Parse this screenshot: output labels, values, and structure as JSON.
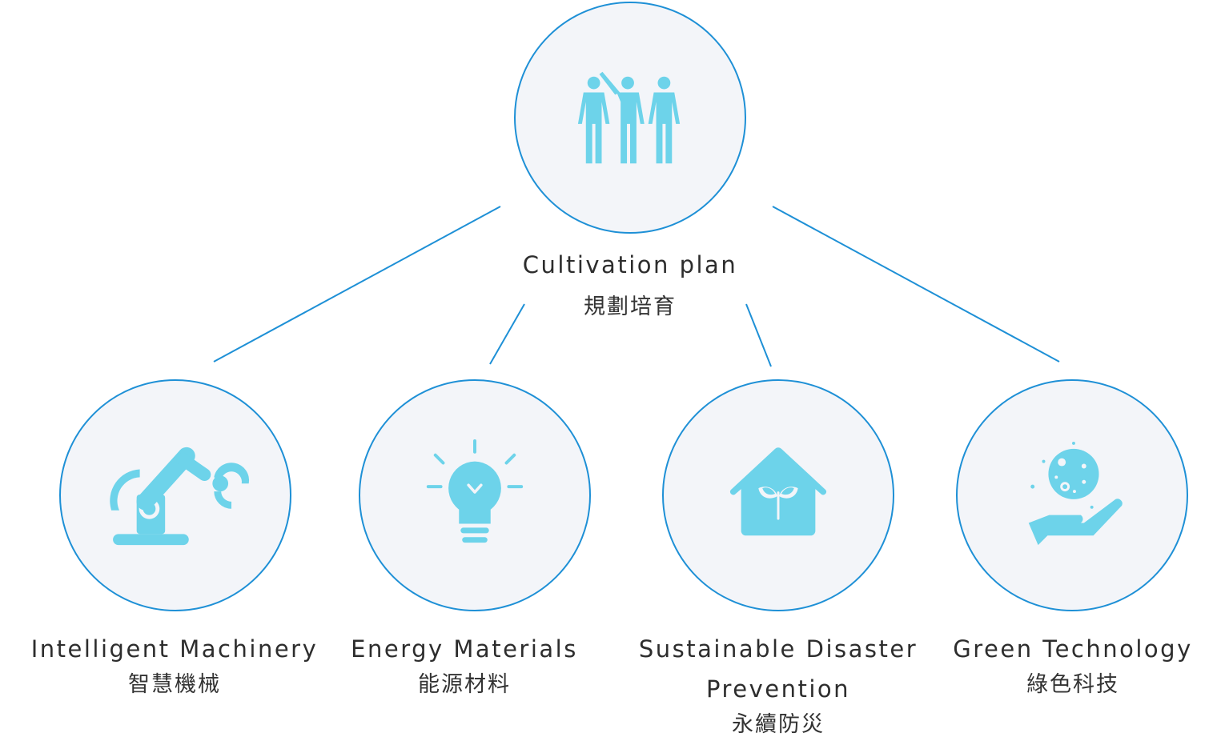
{
  "colors": {
    "accent": "#1e90d6",
    "icon": "#6dd3ea",
    "circle_fill": "#f3f5f9",
    "text": "#2d2d2d"
  },
  "root": {
    "title_en": "Cultivation plan",
    "title_zh": "規劃培育",
    "icon": "people-group-icon"
  },
  "children": [
    {
      "title_en": "Intelligent Machinery",
      "title_zh": "智慧機械",
      "icon": "robot-arm-icon"
    },
    {
      "title_en": "Energy Materials",
      "title_zh": "能源材料",
      "icon": "lightbulb-icon"
    },
    {
      "title_en": "Sustainable Disaster",
      "title_en_2": "Prevention",
      "title_zh": "永續防災",
      "icon": "house-sprout-icon"
    },
    {
      "title_en": "Green Technology",
      "title_zh": "綠色科技",
      "icon": "hand-globe-icon"
    }
  ]
}
